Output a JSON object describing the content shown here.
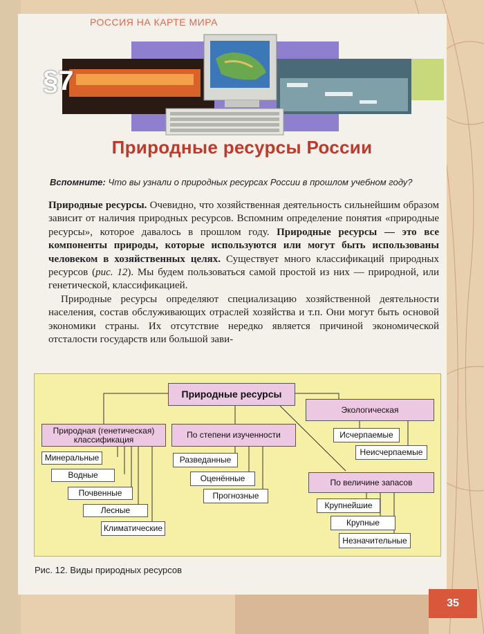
{
  "header": {
    "running_title": "РОССИЯ НА КАРТЕ МИРА"
  },
  "paragraph": {
    "symbol": "§7"
  },
  "title": "Природные ресурсы России",
  "remember": {
    "label": "Вспомните:",
    "question": "Что вы узнали о природных ресурсах России в прошлом учебном году?"
  },
  "body": {
    "p1_bold_lead": "Природные ресурсы.",
    "p1_text": "Очевидно, что хозяйственная деятельность сильнейшим образом зависит от наличия природных ресурсов. Вспомним определение понятия «природные ресурсы», которое давалось в прошлом году.",
    "p1_definition": "Природные ресурсы — это все компоненты природы, которые используются или могут быть использованы человеком в хозяйственных целях.",
    "p1_text2": "Существует много классификаций природных ресурсов (",
    "p1_ref": "рис. 12",
    "p1_text3": "). Мы будем пользоваться самой простой из них — природной, или генетической, классификацией.",
    "p2_text": "Природные ресурсы определяют специализацию хозяйственной деятельности населения, состав обслуживающих отраслей хозяйства и т.п. Они могут быть основой экономики страны. Их отсутствие нередко является причиной экономической отсталости государств или большой зави-"
  },
  "diagram": {
    "root": "Природные ресурсы",
    "genetic": {
      "title": "Природная (генетическая) классификация",
      "items": [
        "Минеральные",
        "Водные",
        "Почвенные",
        "Лесные",
        "Климатические"
      ]
    },
    "study": {
      "title": "По степени изученности",
      "items": [
        "Разведанные",
        "Оценённые",
        "Прогнозные"
      ]
    },
    "ecological": {
      "title": "Экологическая",
      "items": [
        "Исчерпаемые",
        "Неисчерпаемые"
      ]
    },
    "reserves": {
      "title": "По величине запасов",
      "items": [
        "Крупнейшие",
        "Крупные",
        "Незначительные"
      ]
    }
  },
  "caption": "Рис. 12. Виды природных ресурсов",
  "page_number": "35",
  "colors": {
    "title_red": "#c0392b",
    "box_pink": "#edc8e2",
    "diagram_yellow": "#f6efa6",
    "page_tab": "#d9573b"
  }
}
